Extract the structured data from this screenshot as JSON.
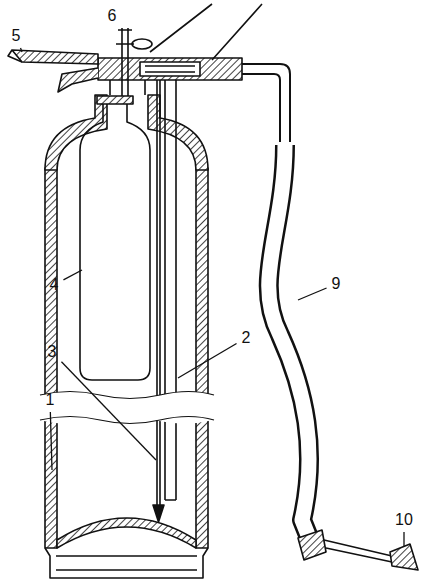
{
  "diagram": {
    "labels": [
      "5",
      "6",
      "4",
      "3",
      "2",
      "1",
      "9",
      "10"
    ]
  }
}
